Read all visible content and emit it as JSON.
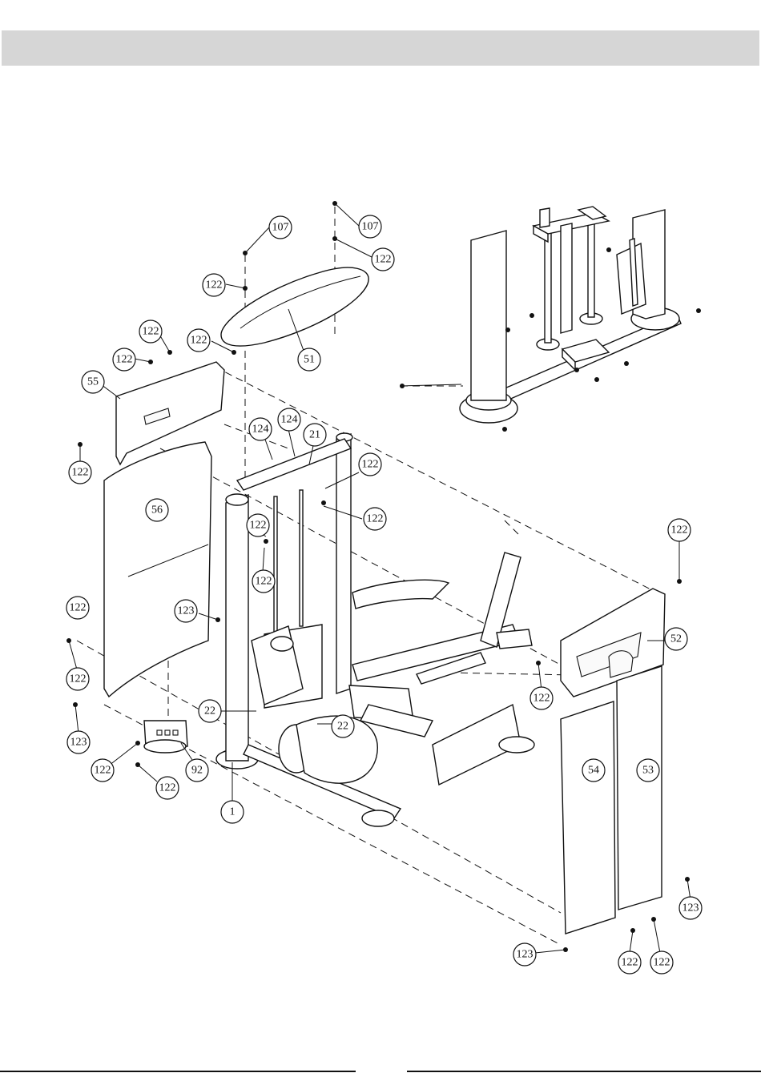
{
  "header": {
    "fill_color": "#d6d6d6"
  },
  "callouts": [
    {
      "id": "c1",
      "label": "107"
    },
    {
      "id": "c2",
      "label": "107"
    },
    {
      "id": "c3",
      "label": "122"
    },
    {
      "id": "c4",
      "label": "122"
    },
    {
      "id": "c5",
      "label": "122"
    },
    {
      "id": "c6",
      "label": "122"
    },
    {
      "id": "c7",
      "label": "51"
    },
    {
      "id": "c8",
      "label": "122"
    },
    {
      "id": "c9",
      "label": "55"
    },
    {
      "id": "c10",
      "label": "122"
    },
    {
      "id": "c11",
      "label": "124"
    },
    {
      "id": "c12",
      "label": "124"
    },
    {
      "id": "c13",
      "label": "21"
    },
    {
      "id": "c14",
      "label": "122"
    },
    {
      "id": "c15",
      "label": "122"
    },
    {
      "id": "c16",
      "label": "56"
    },
    {
      "id": "c17",
      "label": "122"
    },
    {
      "id": "c18",
      "label": "122"
    },
    {
      "id": "c19",
      "label": "123"
    },
    {
      "id": "c20",
      "label": "122"
    },
    {
      "id": "c21",
      "label": "122"
    },
    {
      "id": "c22",
      "label": "123"
    },
    {
      "id": "c23",
      "label": "22"
    },
    {
      "id": "c24",
      "label": "22"
    },
    {
      "id": "c25",
      "label": "122"
    },
    {
      "id": "c26",
      "label": "92"
    },
    {
      "id": "c27",
      "label": "122"
    },
    {
      "id": "c28",
      "label": "1"
    },
    {
      "id": "c29",
      "label": "122"
    },
    {
      "id": "c30",
      "label": "52"
    },
    {
      "id": "c31",
      "label": "122"
    },
    {
      "id": "c32",
      "label": "54"
    },
    {
      "id": "c33",
      "label": "53"
    },
    {
      "id": "c34",
      "label": "123"
    },
    {
      "id": "c35",
      "label": "123"
    },
    {
      "id": "c36",
      "label": "122"
    },
    {
      "id": "c37",
      "label": "122"
    }
  ]
}
